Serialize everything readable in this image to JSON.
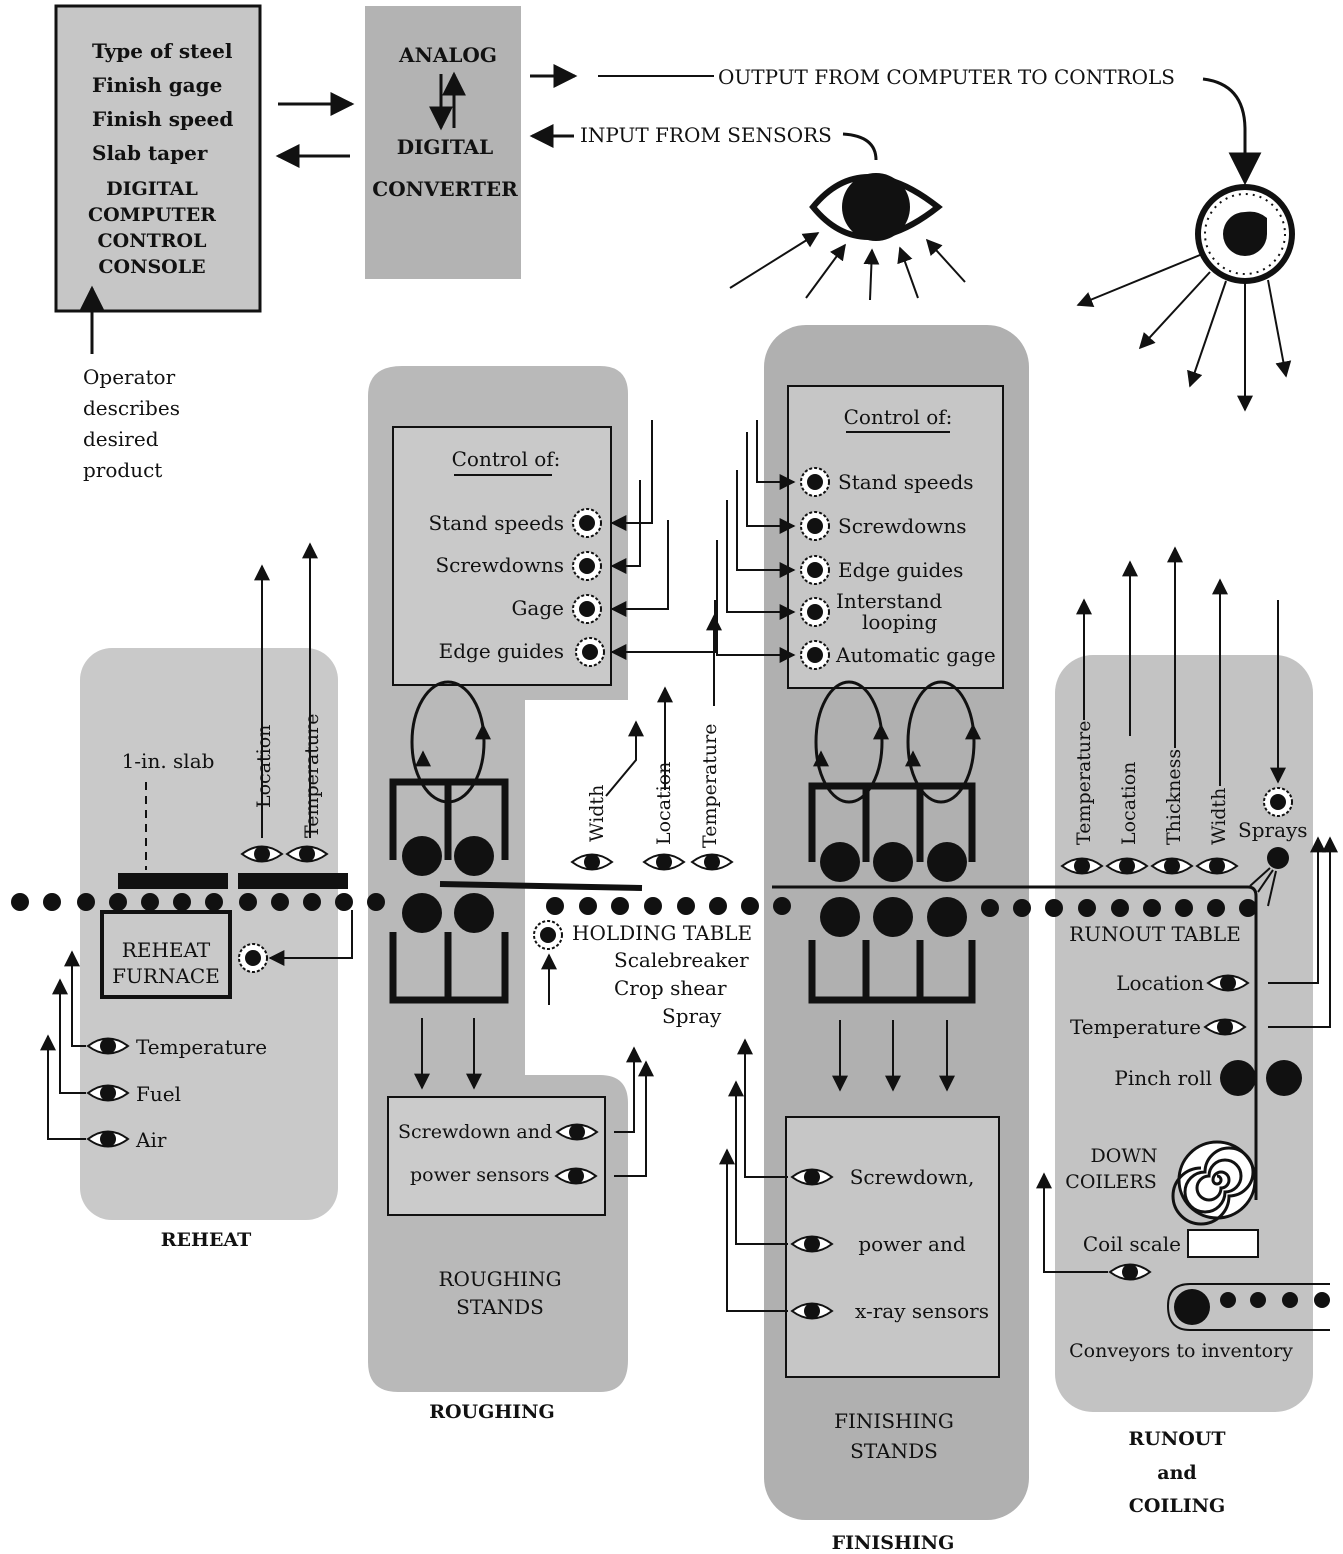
{
  "console": {
    "items": [
      "Type of steel",
      "Finish gage",
      "Finish speed",
      "Slab taper"
    ],
    "title": [
      "DIGITAL",
      "COMPUTER",
      "CONTROL",
      "CONSOLE"
    ],
    "operator_note": [
      "Operator",
      "describes",
      "desired",
      "product"
    ]
  },
  "converter": {
    "line1": "ANALOG",
    "line2": "DIGITAL",
    "line3": "CONVERTER"
  },
  "signals": {
    "output": "OUTPUT FROM COMPUTER TO CONTROLS",
    "input": "INPUT FROM SENSORS"
  },
  "reheat": {
    "slab_label": "1-in. slab",
    "sensor_location": "Location",
    "sensor_temperature": "Temperature",
    "furnace": [
      "REHEAT",
      "FURNACE"
    ],
    "sensors": [
      "Temperature",
      "Fuel",
      "Air"
    ],
    "section_label": "REHEAT"
  },
  "roughing": {
    "control_title": "Control of:",
    "controls": [
      "Stand speeds",
      "Screwdowns",
      "Gage",
      "Edge guides"
    ],
    "sensors": [
      "Screwdown and",
      "power sensors"
    ],
    "stands_label": [
      "ROUGHING",
      "STANDS"
    ],
    "section_label": "ROUGHING"
  },
  "holding": {
    "sensors": [
      "Width",
      "Location",
      "Temperature"
    ],
    "table_label": "HOLDING TABLE",
    "items": [
      "Scalebreaker",
      "Crop shear",
      "Spray"
    ]
  },
  "finishing": {
    "control_title": "Control of:",
    "controls": [
      "Stand speeds",
      "Screwdowns",
      "Edge guides",
      "Interstand",
      "looping",
      "Automatic gage"
    ],
    "sensors": [
      "Screwdown,",
      "power and",
      "x-ray sensors"
    ],
    "stands_label": [
      "FINISHING",
      "STANDS"
    ],
    "section_label": "FINISHING"
  },
  "runout": {
    "sensors_top": [
      "Temperature",
      "Location",
      "Thickness",
      "Width"
    ],
    "sprays": "Sprays",
    "table_label": "RUNOUT TABLE",
    "location": "Location",
    "temperature": "Temperature",
    "pinch_roll": "Pinch roll",
    "coilers": [
      "DOWN",
      "COILERS"
    ],
    "coil_scale": "Coil scale",
    "conveyors": "Conveyors to inventory",
    "section_label": [
      "RUNOUT",
      "and",
      "COILING"
    ]
  }
}
